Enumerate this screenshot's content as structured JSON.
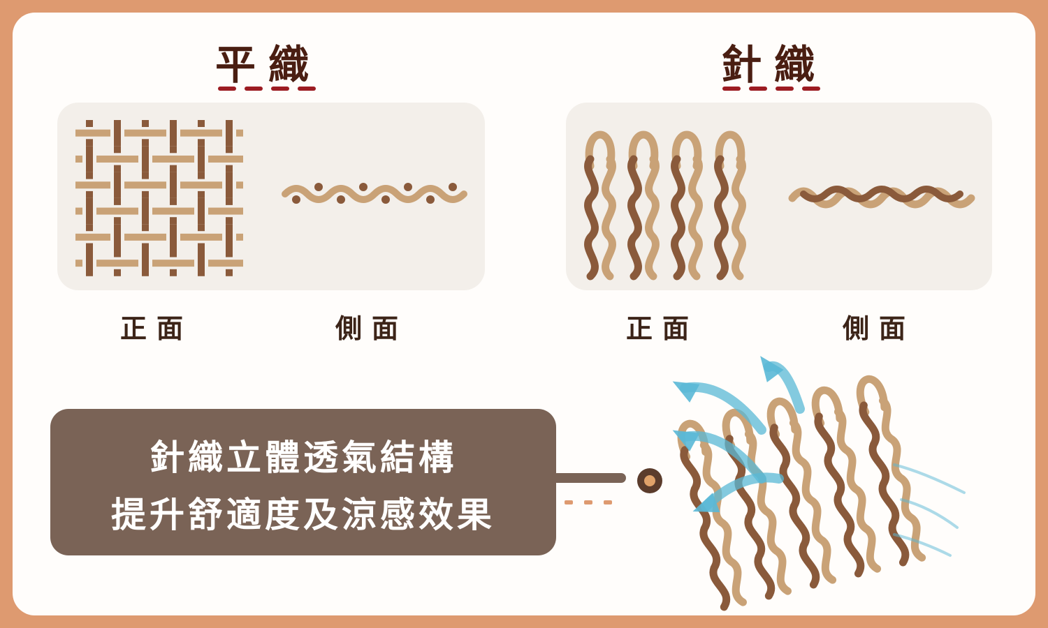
{
  "woven": {
    "title": "平織",
    "front_label": "正面",
    "side_label": "側面"
  },
  "knit": {
    "title": "針織",
    "front_label": "正面",
    "side_label": "側面"
  },
  "callout": {
    "line1": "針織立體透氣結構",
    "line2": "提升舒適度及涼感效果"
  },
  "colors": {
    "frame": "#de9a70",
    "title_text": "#4a1e12",
    "underline_dash": "#9c1c22",
    "panel_bg": "#f3efea",
    "yarn_light": "#c9a277",
    "yarn_dark": "#8a5a3b",
    "callout_bg": "#7a6356",
    "airflow": "#5ab8d6"
  },
  "icons": {
    "woven_front": "plain-weave-grid-icon",
    "woven_side": "plain-weave-wave-icon",
    "knit_front": "knit-loops-icon",
    "knit_side": "knit-wave-icon",
    "knit_airflow": "airflow-arrows-icon"
  }
}
